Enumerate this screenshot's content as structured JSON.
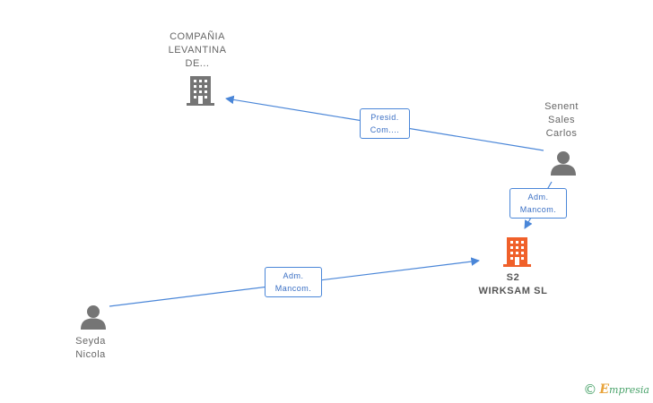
{
  "nodes": {
    "company_levantina": {
      "label_lines": [
        "COMPAÑIA",
        "LEVANTINA",
        "DE..."
      ],
      "type": "company",
      "icon": "building-icon",
      "color": "#757575"
    },
    "s2_wirksam": {
      "label_lines": [
        "S2",
        "WIRKSAM SL"
      ],
      "type": "company",
      "icon": "building-icon",
      "color": "#f0602a"
    },
    "senent_sales_carlos": {
      "label_lines": [
        "Senent",
        "Sales",
        "Carlos"
      ],
      "type": "person",
      "icon": "person-icon",
      "color": "#757575"
    },
    "seyda_nicola": {
      "label_lines": [
        "Seyda",
        "Nicola"
      ],
      "type": "person",
      "icon": "person-icon",
      "color": "#757575"
    }
  },
  "edges": [
    {
      "id": "senent-to-levantina",
      "from": "senent_sales_carlos",
      "to": "company_levantina",
      "label_lines": [
        "Presid.",
        "Com...."
      ]
    },
    {
      "id": "senent-to-s2",
      "from": "senent_sales_carlos",
      "to": "s2_wirksam",
      "label_lines": [
        "Adm.",
        "Mancom."
      ]
    },
    {
      "id": "seyda-to-s2",
      "from": "seyda_nicola",
      "to": "s2_wirksam",
      "label_lines": [
        "Adm.",
        "Mancom."
      ]
    }
  ],
  "colors": {
    "edge": "#4a86d8",
    "accent_brand": "#4aa36b",
    "accent_brand_e": "#e8a33b"
  },
  "watermark": {
    "copyright_symbol": "©",
    "brand_first_letter": "E",
    "brand_rest": "mpresia"
  }
}
